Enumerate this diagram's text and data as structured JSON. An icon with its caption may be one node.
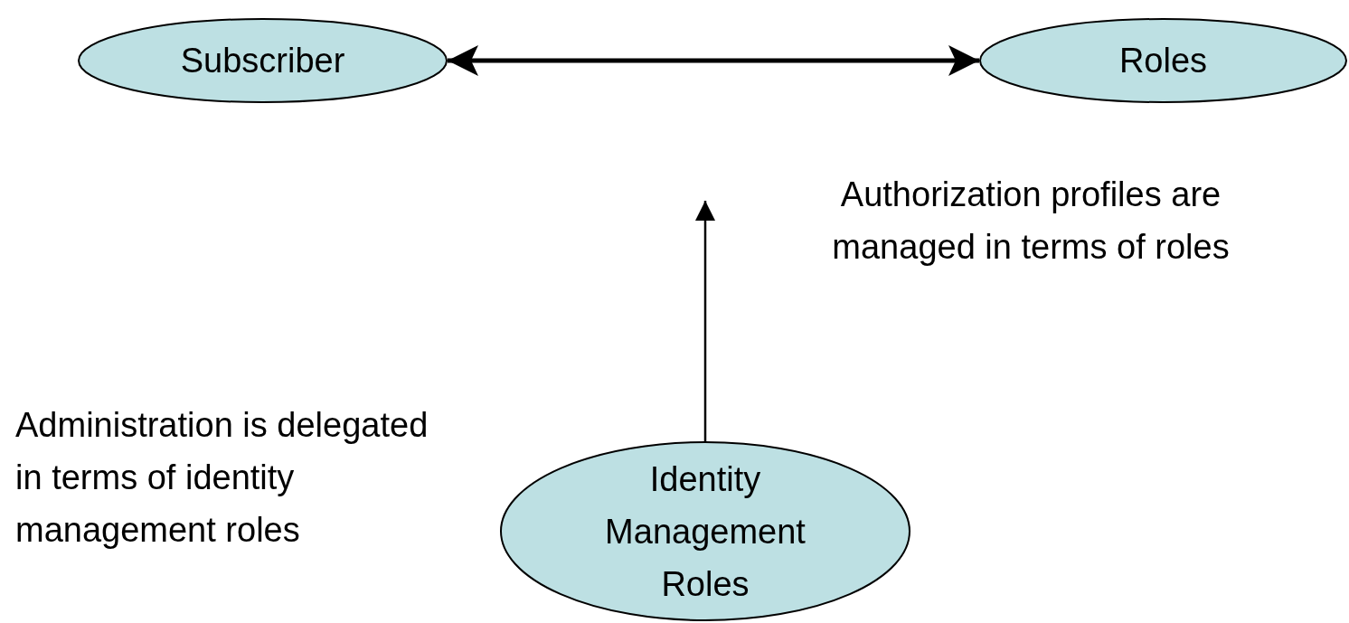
{
  "diagram": {
    "nodes": [
      {
        "text": [
          "Subscriber"
        ]
      },
      {
        "text": [
          "Roles"
        ]
      },
      {
        "text": [
          "Identity Management Roles"
        ]
      }
    ],
    "edges": [
      {
        "from": 0,
        "to": 1,
        "arrow": "both",
        "style": "thick"
      },
      {
        "from": 2,
        "to": null,
        "arrow": "to"
      }
    ],
    "labels": [
      "Authorization profiles are managed in terms of roles",
      "Administration is delegated in terms of identity management roles"
    ]
  }
}
